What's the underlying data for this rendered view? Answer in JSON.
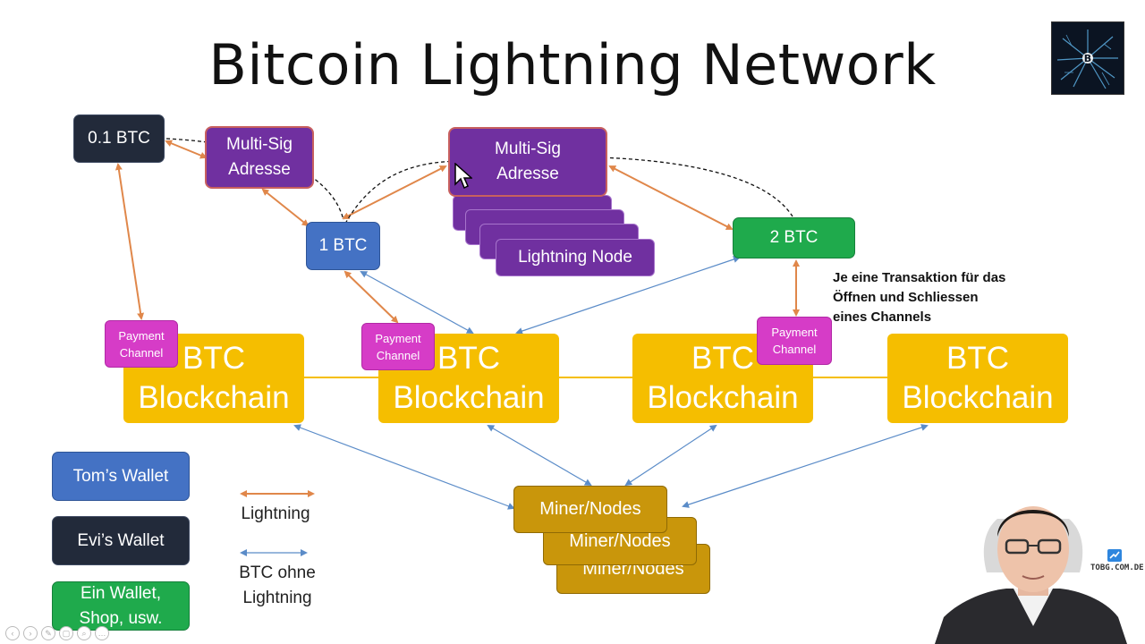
{
  "title": "Bitcoin Lightning Network",
  "wallets": {
    "evi_amount": "0.1 BTC",
    "tom_amount": "1 BTC",
    "other_amount": "2 BTC"
  },
  "multisig": {
    "small_label": "Multi-Sig\nAdresse",
    "large_label": "Multi-Sig\nAdresse"
  },
  "lightning_node_label": "Lightning Node",
  "blockchain_label": "BTC\nBlockchain",
  "payment_channel_label": "Payment\nChannel",
  "miner_label": "Miner/Nodes",
  "note": "Je eine Transaktion für das\nÖffnen und Schliessen\neines Channels",
  "legend": {
    "toms_wallet": "Tom’s Wallet",
    "evis_wallet": "Evi’s Wallet",
    "other_wallet": "Ein Wallet,\nShop, usw.",
    "lightning": "Lightning",
    "btc_ohne_lightning": "BTC ohne\nLightning"
  },
  "watermark": "TOBG.COM.DE",
  "logo_letter": "B",
  "colors": {
    "lightning_arrow": "#e0874a",
    "btc_arrow": "#5b8cc8",
    "blockchain": "#f5be00",
    "multisig": "#7030a0",
    "payment_channel": "#d63cc7"
  }
}
